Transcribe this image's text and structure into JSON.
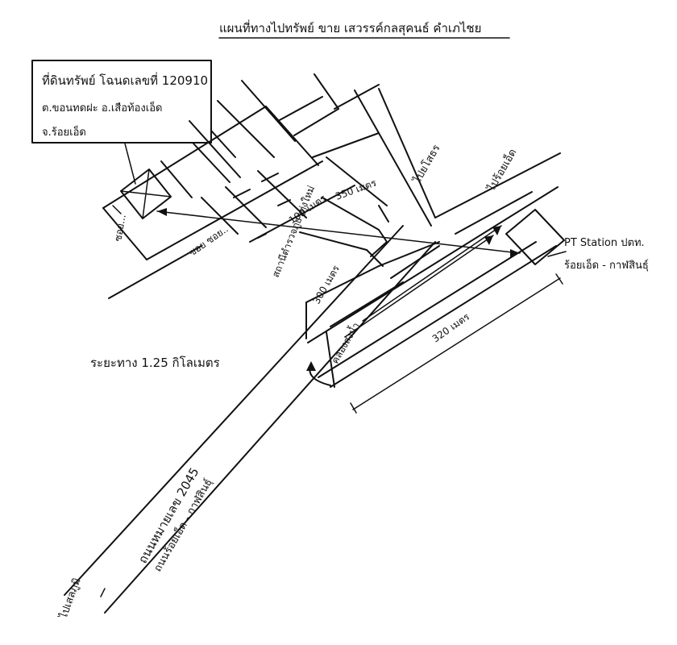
{
  "map": {
    "title": "แผนที่ทางไปทรัพย์ ขาย เสวรรค์กลสุคนธ์ คำเภไชย",
    "property_box": {
      "line1": "ที่ดินทรัพย์ โฉนดเลขที่ 120910",
      "line2": "ต.ขอนทดฝะ อ.เสือท้องเอ็ด",
      "line3": "จ.ร้อยเอ็ด"
    },
    "roads": {
      "soi_left": "ซอย...",
      "soi_mid": "ซอย ซอย..",
      "to_roi_et": "ไปร้อยเอ็ด",
      "to_yasothon": "ไปยโสธร",
      "to_selaphum": "ไปเสลภูมิ",
      "highway_line1": "ถนนหมายเลข 2045",
      "highway_line2": "ถนนร้อยเอ็ด - กาฬสินธุ์"
    },
    "places": {
      "police_station": "สถานีตำรวจภูธรทุ่งใหม่",
      "ptt_line1": "PT Station ปตท.",
      "ptt_line2": "ร้อยเอ็ด - กาฬสินธุ์",
      "canal": "คลองส่งน้ำ"
    },
    "distances": {
      "d_100": "100 เมตร",
      "d_350": "350 เมตร",
      "d_300": "300 เมตร",
      "d_320": "320 เมตร"
    },
    "total_distance": "ระยะทาง  1.25  กิโลเมตร"
  }
}
